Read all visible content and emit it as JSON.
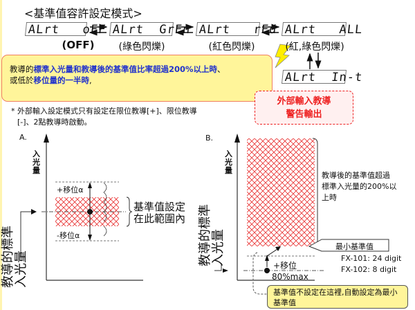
{
  "title": "<基準值容許設定模式>",
  "modes": [
    {
      "display": "ALrt   oFF",
      "label": "(OFF)"
    },
    {
      "display": "ALrt  GrEn",
      "label": "(綠色閃爍)"
    },
    {
      "display": "ALrt   rEd",
      "label": "(紅色閃爍)"
    },
    {
      "display": "ALrt   ALL",
      "label": "(紅,綠色閃爍)"
    }
  ],
  "int_display": "ALrt  In-t",
  "notice": {
    "p1": "教導的",
    "h1": "標準入光量和教導後的基準值比率超過200%以上時",
    "p2": "、",
    "p3": "或低於",
    "h2": "移位量的一半時",
    "p4": ","
  },
  "warning": {
    "line1": "外部輸入教導",
    "line2": "警告輸出"
  },
  "footnote": {
    "line1": "* 外部輸入設定模式只有設定在限位教導[+]、限位教導",
    "line2": "[-]、2點教導時啟動。"
  },
  "chartA": {
    "label": "A.",
    "y_axis": "入光量",
    "side_label1": "教導的標準",
    "side_label2": "入光量",
    "plus": "+移位α",
    "minus": "-移位α",
    "range1": "基準值設定",
    "range2": "在此範圍內"
  },
  "chartB": {
    "label": "B.",
    "y_axis": "入光量",
    "side_label1": "教導的標準",
    "side_label2": "入光量",
    "note1": "教導後的基準值超過",
    "note2": "標準入光量的200%以",
    "note3": "上時",
    "min_ref": "最小基準值",
    "fx101": "FX-101: 24 digit",
    "fx102": "FX-102: 8 digit",
    "plus": "+移位",
    "max": "80%max",
    "auto1": "基準值不設定在這裡,自動設定為最小",
    "auto2": "基準值"
  },
  "colors": {
    "hatch": "#e83030",
    "notice_bg": "#fff59a",
    "notice_border": "#f08060",
    "warning": "#ee2222"
  }
}
